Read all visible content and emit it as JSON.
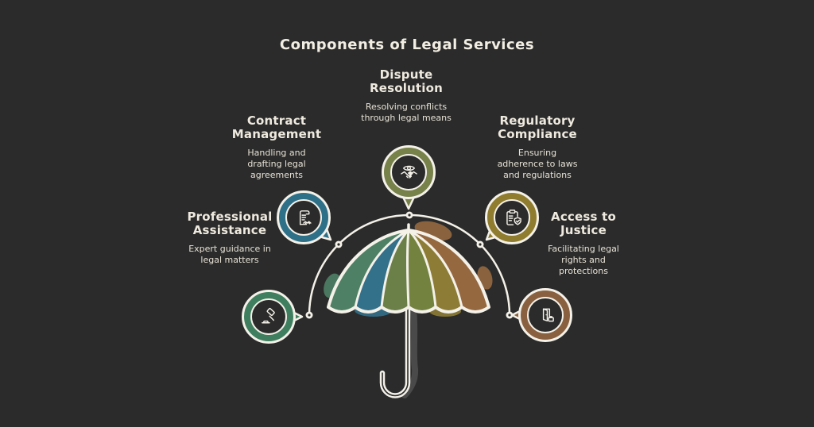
{
  "title": "Components of Legal Services",
  "style": {
    "background": "#2b2b2b",
    "line_color": "#f4f1e9",
    "text_color": "#efeadf"
  },
  "components": [
    {
      "name": "Dispute Resolution",
      "description": "Resolving conflicts through legal means",
      "color": "#77814a",
      "icon": "eye-over-handshake"
    },
    {
      "name": "Contract Management",
      "description": "Handling and drafting legal agreements",
      "color": "#2f7089",
      "icon": "contract-scroll-handshake"
    },
    {
      "name": "Regulatory Compliance",
      "description": "Ensuring adherence to laws and regulations",
      "color": "#8f7c2e",
      "icon": "clipboard-shield-check"
    },
    {
      "name": "Professional Assistance",
      "description": "Expert guidance in legal matters",
      "color": "#3f7f5f",
      "icon": "gavel"
    },
    {
      "name": "Access to Justice",
      "description": "Facilitating legal rights and protections",
      "color": "#8a6140",
      "icon": "open-door"
    }
  ],
  "umbrella": {
    "panel_colors": [
      "#4e8065",
      "#33708a",
      "#6b8049",
      "#74823f",
      "#8d7c35",
      "#95683f"
    ]
  }
}
